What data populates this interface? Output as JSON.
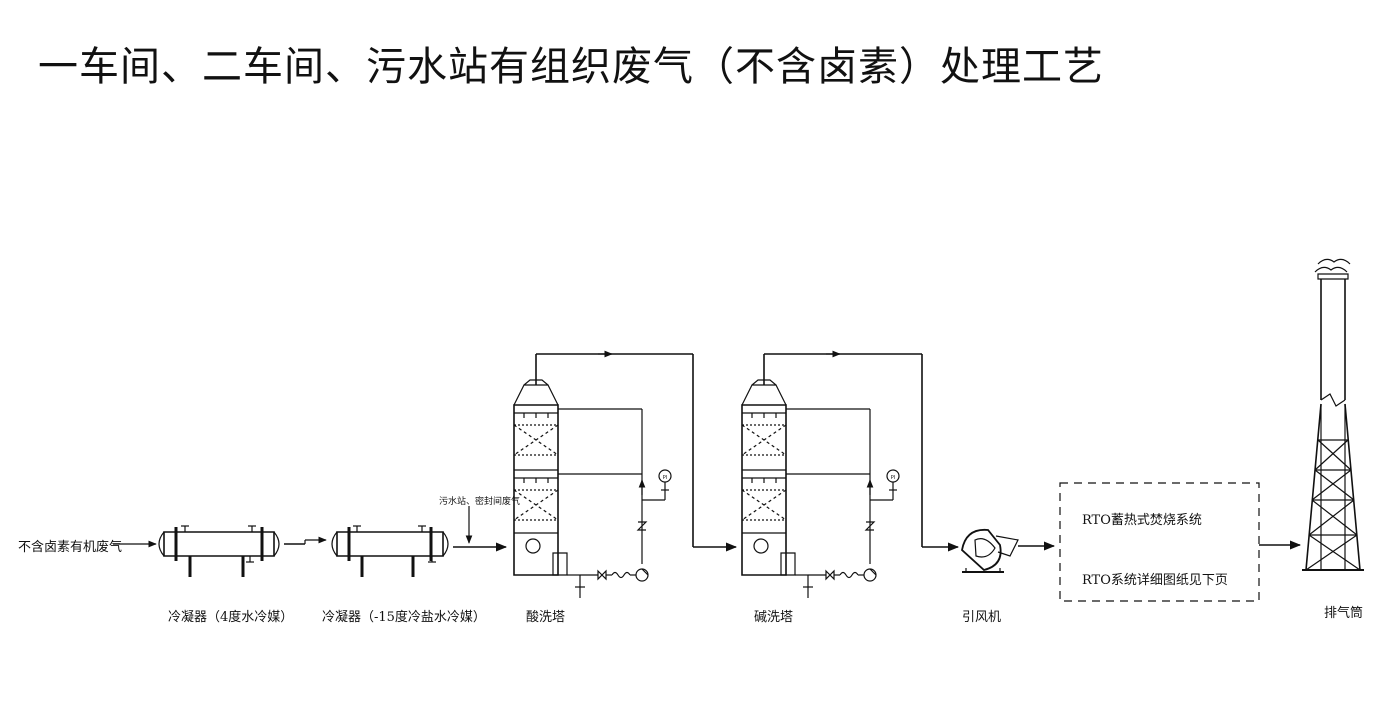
{
  "title": "一车间、二车间、污水站有组织废气（不含卤素）处理工艺",
  "labels": {
    "inlet": "不含卤素有机废气",
    "condenser1": "冷凝器（4度水冷媒）",
    "condenser2": "冷凝器（-15度冷盐水冷媒）",
    "side_inlet": "污水站、密封间废气",
    "acid_tower": "酸洗塔",
    "alkali_tower": "碱洗塔",
    "fan": "引风机",
    "rto_line1": "RTO蓄热式焚烧系统",
    "rto_line2": "RTO系统详细图纸见下页",
    "stack": "排气筒"
  },
  "gauge_text": "PI",
  "colors": {
    "line": "#111111",
    "background": "#ffffff"
  }
}
